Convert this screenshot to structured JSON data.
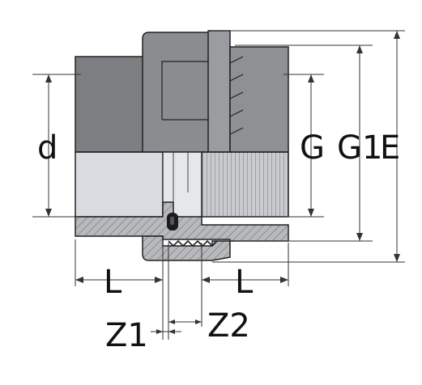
{
  "labels": {
    "d": "d",
    "g": "G",
    "g1": "G1",
    "e": "E",
    "l_left": "L",
    "l_right": "L",
    "z1": "Z1",
    "z2": "Z2"
  },
  "colors": {
    "body_dark": "#7a7c80",
    "body_mid": "#8e9095",
    "bore_light": "#d8dadf",
    "section": "#b9bbbe",
    "thread": "#aeb0b3",
    "outline": "#1a1a1a",
    "dim_line": "#333333"
  }
}
